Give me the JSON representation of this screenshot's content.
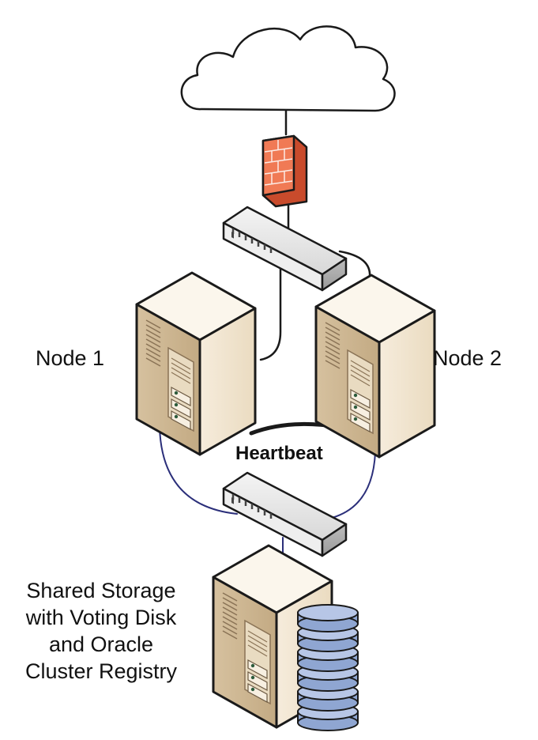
{
  "labels": {
    "node1": "Node 1",
    "node2": "Node 2",
    "heartbeat": "Heartbeat",
    "storage_lines": [
      "Shared Storage",
      "with Voting Disk",
      "and Oracle",
      "Cluster Registry"
    ]
  },
  "icons": {
    "cloud": "cloud-icon",
    "firewall": "firewall-icon",
    "switch": "network-switch-icon",
    "server": "server-tower-icon",
    "disk": "disk-stack-icon"
  },
  "colors": {
    "server_front": "#f3e8d6",
    "server_side": "#d9c6a5",
    "server_top": "#fbf6ec",
    "firewall": "#f07a55",
    "storage_link": "#2b2f7a",
    "disk_fill": "#8fa6d2",
    "disk_top": "#b7c6e6",
    "line": "#1a1a1a"
  }
}
